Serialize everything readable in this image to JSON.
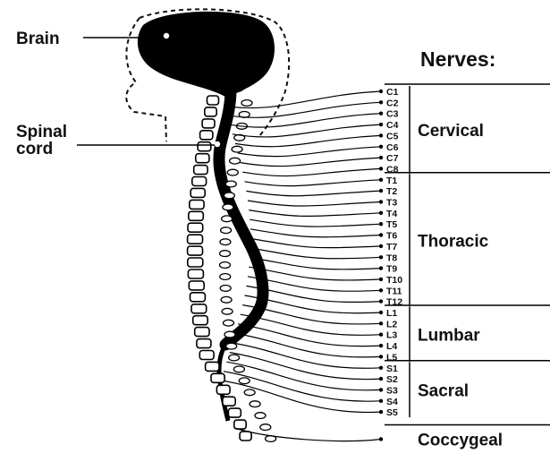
{
  "labels": {
    "brain": "Brain",
    "spinal_line1": "Spinal",
    "spinal_line2": "cord",
    "nerves_title": "Nerves:"
  },
  "groups": [
    {
      "name": "Cervical",
      "nerves": [
        "C1",
        "C2",
        "C3",
        "C4",
        "C5",
        "C6",
        "C7",
        "C8"
      ]
    },
    {
      "name": "Thoracic",
      "nerves": [
        "T1",
        "T2",
        "T3",
        "T4",
        "T5",
        "T6",
        "T7",
        "T8",
        "T9",
        "T10",
        "T11",
        "T12"
      ]
    },
    {
      "name": "Lumbar",
      "nerves": [
        "L1",
        "L2",
        "L3",
        "L4",
        "L5"
      ]
    },
    {
      "name": "Sacral",
      "nerves": [
        "S1",
        "S2",
        "S3",
        "S4",
        "S5"
      ]
    },
    {
      "name": "Coccygeal",
      "nerves": []
    }
  ]
}
